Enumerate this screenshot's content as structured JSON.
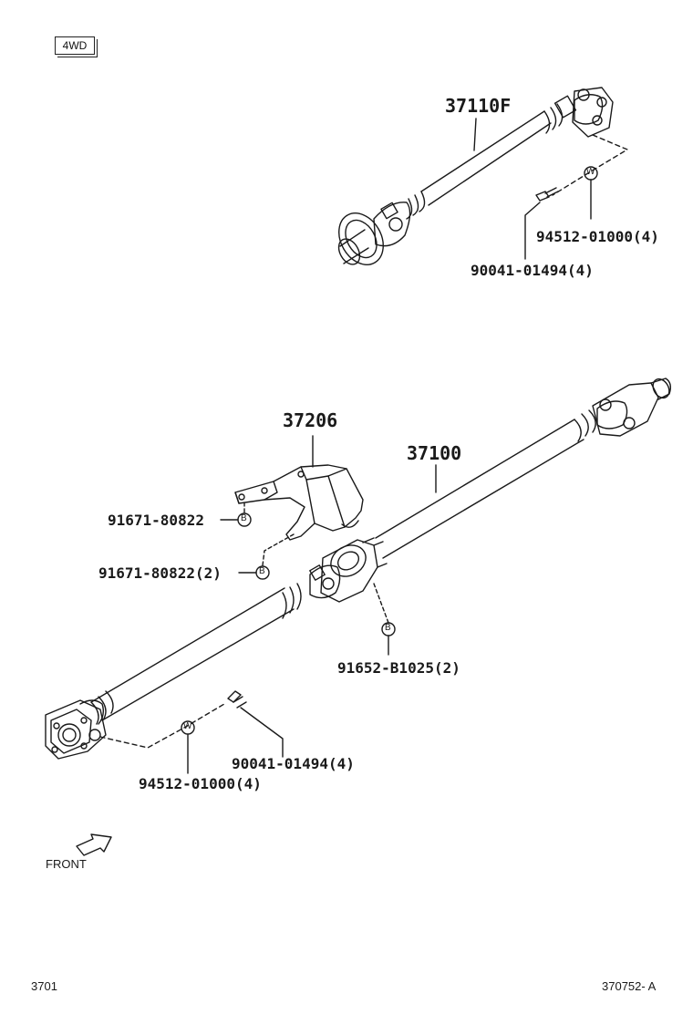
{
  "header": {
    "badge": "4WD"
  },
  "callouts": {
    "front_shaft": "37110F",
    "rear_shaft": "37100",
    "bracket": "37206",
    "bolt_front": "90041-01494(4)",
    "washer_front": "94512-01000(4)",
    "bolt_bracket_single": "91671-80822",
    "bolt_bracket_double": "91671-80822(2)",
    "bolt_center_bearing": "91652-B1025(2)",
    "bolt_rear": "90041-01494(4)",
    "washer_rear": "94512-01000(4)"
  },
  "markers": {
    "washer": "W",
    "bolt": "B"
  },
  "direction": {
    "label": "FRONT"
  },
  "footer": {
    "page_code": "3701",
    "figure_code": "370752- A"
  },
  "colors": {
    "ink": "#1a1a1a",
    "background": "#ffffff"
  }
}
